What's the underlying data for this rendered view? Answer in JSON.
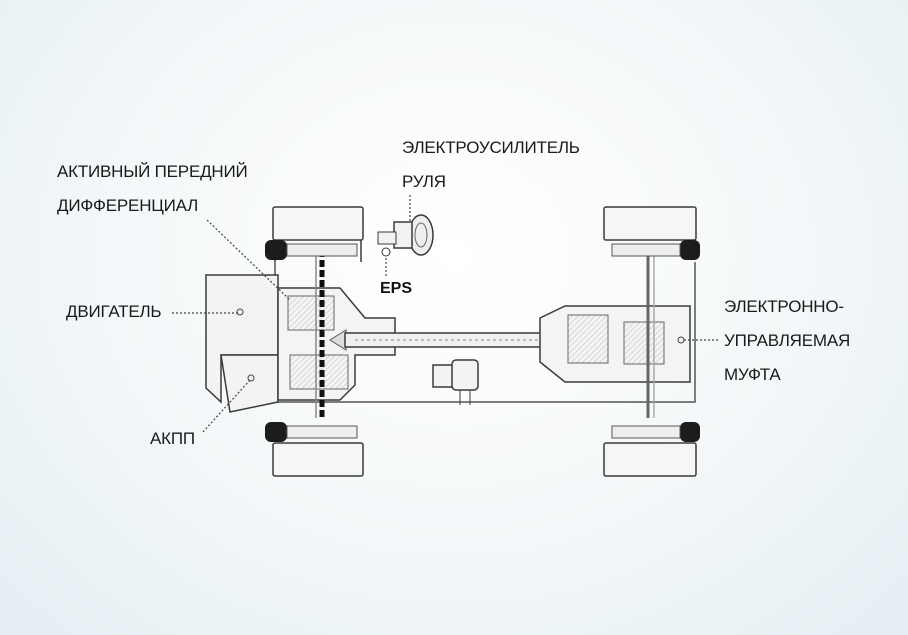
{
  "labels": {
    "front_diff": [
      "АКТИВНЫЙ ПЕРЕДНИЙ",
      "ДИФФЕРЕНЦИАЛ"
    ],
    "steering": [
      "ЭЛЕКТРОУСИЛИТЕЛЬ",
      "РУЛЯ"
    ],
    "engine": "ДВИГАТЕЛЬ",
    "transmission": "АКПП",
    "eps": "EPS",
    "coupling": [
      "ЭЛЕКТРОННО-",
      "УПРАВЛЯЕМАЯ",
      "МУФТА"
    ]
  },
  "colors": {
    "line": "#3a3a3a",
    "fill": "#f2f2f2",
    "tire_dark": "#1c1c1c",
    "background": "#eef4f7"
  }
}
